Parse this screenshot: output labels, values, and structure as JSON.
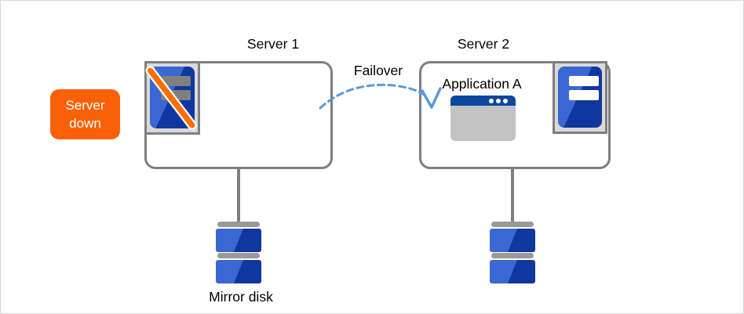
{
  "diagram": {
    "server1": {
      "label": "Server 1",
      "badge": "Server down",
      "icon": "server-down-icon"
    },
    "server2": {
      "label": "Server 2",
      "app_label": "Application A",
      "icon": "server-ok-icon"
    },
    "failover_label": "Failover",
    "mirror_disk_label": "Mirror disk"
  },
  "colors": {
    "orange": "#f96108",
    "slash-orange": "#ff6e00",
    "blue-light": "#3a67d2",
    "blue-dark": "#10379f",
    "gray-border": "#7f7f7f",
    "icon-bg": "#d9d9d9",
    "bar-gray": "#808080",
    "disk-cap": "#999999",
    "arrow-blue": "#5b9bd5",
    "titlebar-blue": "#0b479e",
    "window-body": "#c3c3c3",
    "canvas-border": "#d9d9d9"
  }
}
